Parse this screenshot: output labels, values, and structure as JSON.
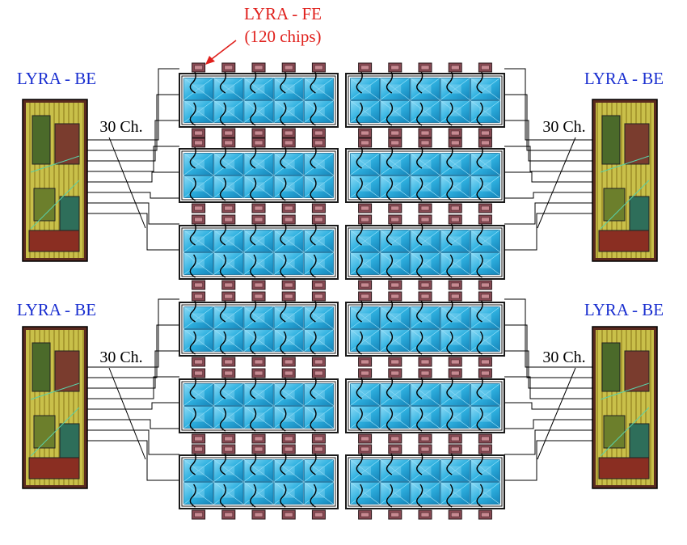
{
  "labels": {
    "fe_title": "LYRA - FE",
    "fe_count": "(120 chips)",
    "be": [
      "LYRA - BE",
      "LYRA - BE",
      "LYRA - BE",
      "LYRA - BE"
    ],
    "channels": [
      "30 Ch.",
      "30 Ch.",
      "30 Ch.",
      "30 Ch."
    ]
  },
  "colors": {
    "pixel": "#2fb1e0",
    "pixel_light": "#7fd3f2",
    "pixel_dark": "#1483b8",
    "frame": "#1a1a1a",
    "fe_chip": "#8a4a54",
    "be_chip": "#c9c04a",
    "wire": "#000000",
    "be_label": "#1a2fd0",
    "fe_label": "#e0201c"
  },
  "layout": {
    "module_rows": 6,
    "module_columns": 2,
    "crystals_per_module": 5,
    "fe_chips_per_module": 10,
    "be_asics": 4
  }
}
